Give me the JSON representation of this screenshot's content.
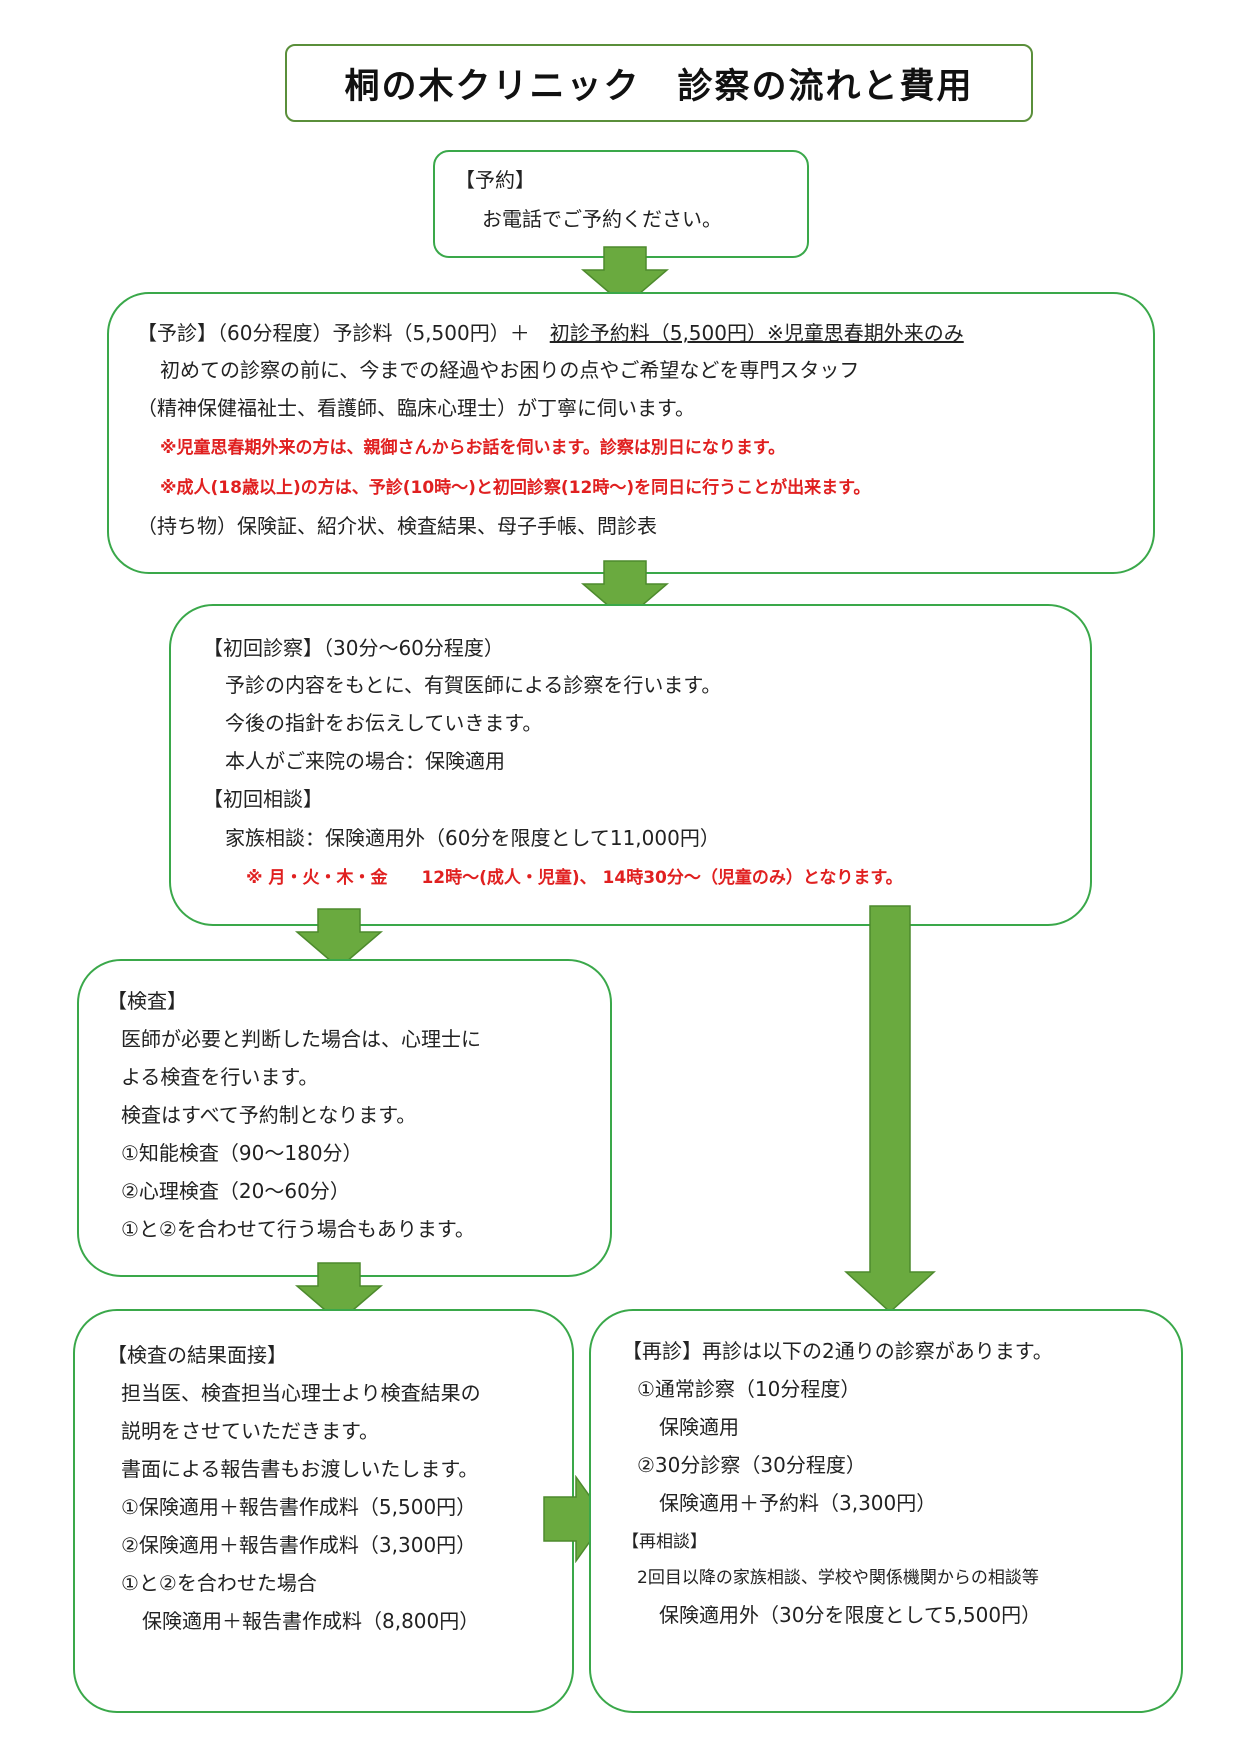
{
  "title": "桐の木クリニック　診察の流れと費用",
  "yoyaku": {
    "heading": "【予約】",
    "text": "お電話でご予約ください。"
  },
  "yoshin": {
    "heading": "【予診】（60分程度）予診料（5,500円）＋",
    "underlined": "初診予約料（5,500円）※児童思春期外来のみ",
    "line1": "初めての診察の前に、今までの経過やお困りの点やご希望などを専門スタッフ",
    "line2": "（精神保健福祉士、看護師、臨床心理士）が丁寧に伺います。",
    "note1": "※児童思春期外来の方は、親御さんからお話を伺います。診察は別日になります。",
    "note2": "※成人(18歳以上)の方は、予診(10時～)と初回診察(12時～)を同日に行うことが出来ます。",
    "belongings": "（持ち物）保険証、紹介状、検査結果、母子手帳、問診表"
  },
  "shokai": {
    "heading": "【初回診察】（30分～60分程度）",
    "line1": "予診の内容をもとに、有賀医師による診察を行います。",
    "line2": "今後の指針をお伝えしていきます。",
    "line3": "本人がご来院の場合：保険適用",
    "heading2": "【初回相談】",
    "line4": "家族相談：保険適用外（60分を限度として11,000円）",
    "note": "※ 月・火・木・金　　12時～(成人・児童)、 14時30分～（児童のみ）となります。"
  },
  "kensa": {
    "heading": "【検査】",
    "line1": "医師が必要と判断した場合は、心理士に",
    "line2": "よる検査を行います。",
    "line3": "検査はすべて予約制となります。",
    "line4": "①知能検査（90～180分）",
    "line5": "②心理検査（20～60分）",
    "line6": "①と②を合わせて行う場合もあります。"
  },
  "kekka": {
    "heading": "【検査の結果面接】",
    "line1": "担当医、検査担当心理士より検査結果の",
    "line2": "説明をさせていただきます。",
    "line3": "書面による報告書もお渡しいたします。",
    "line4": "①保険適用＋報告書作成料（5,500円）",
    "line5": "②保険適用＋報告書作成料（3,300円）",
    "line6": "①と②を合わせた場合",
    "line7": "保険適用＋報告書作成料（8,800円）"
  },
  "saishin": {
    "heading": "【再診】再診は以下の2通りの診察があります。",
    "line1": "①通常診察（10分程度）",
    "line2": "保険適用",
    "line3": "②30分診察（30分程度）",
    "line4": "保険適用＋予約料（3,300円）",
    "heading2": "【再相談】",
    "line5": "2回目以降の家族相談、学校や関係機関からの相談等",
    "line6": "保険適用外（30分を限度として5,500円）"
  },
  "colors": {
    "border": "#3aa84a",
    "arrow": "#6aaa3f",
    "note_red": "#e02020"
  }
}
